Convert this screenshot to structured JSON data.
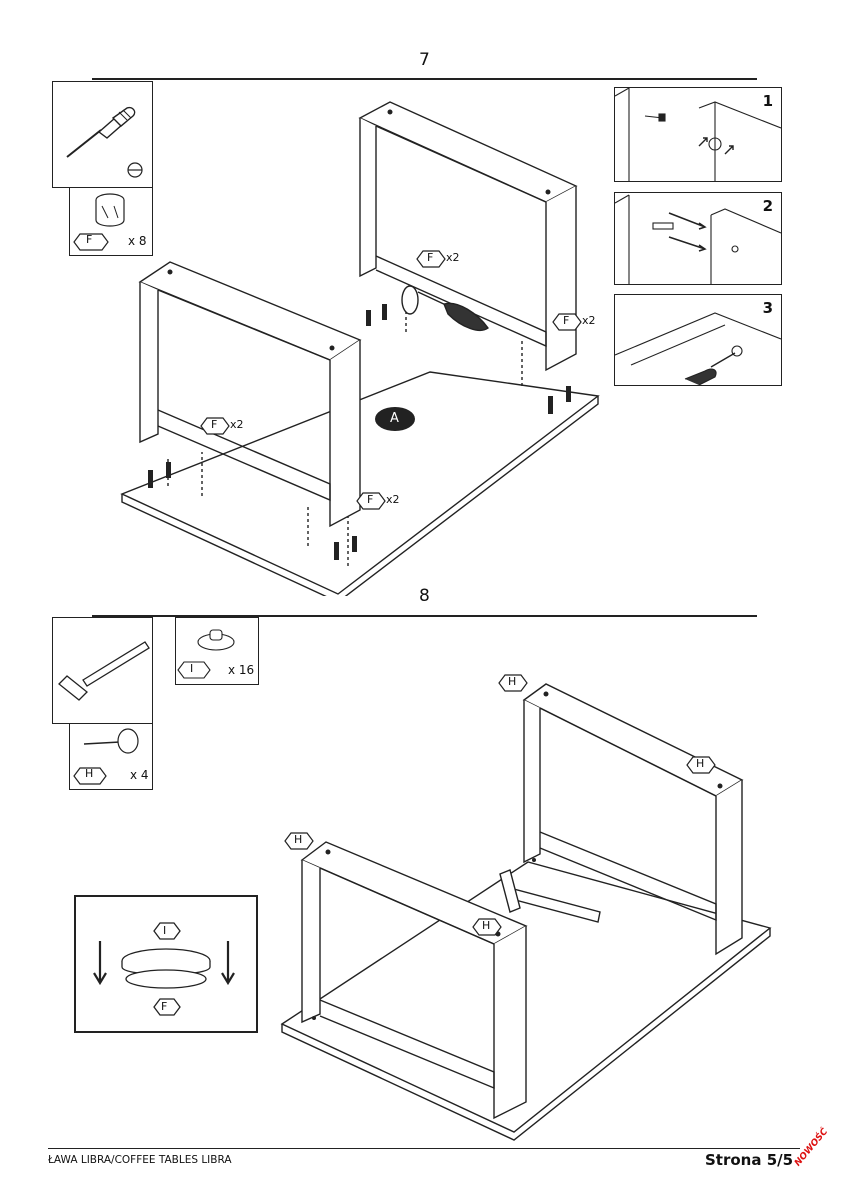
{
  "steps": [
    {
      "number": "7"
    },
    {
      "number": "8"
    }
  ],
  "step7": {
    "part_tag": "F",
    "part_qty": "x 8",
    "callout_qty": "x2",
    "detail_numbers": [
      "1",
      "2",
      "3"
    ],
    "marker": "A"
  },
  "step8": {
    "cap_tag": "I",
    "cap_qty": "x 16",
    "nail_tag": "H",
    "nail_qty": "x 4",
    "detail_top_tag": "I",
    "detail_bottom_tag": "F"
  },
  "footer": {
    "left": "ŁAWA LIBRA/COFFEE TABLES LIBRA",
    "right": "Strona 5/5",
    "badge": "NOWOŚĆ"
  },
  "colors": {
    "line": "#222222",
    "badge": "#dd1111"
  }
}
